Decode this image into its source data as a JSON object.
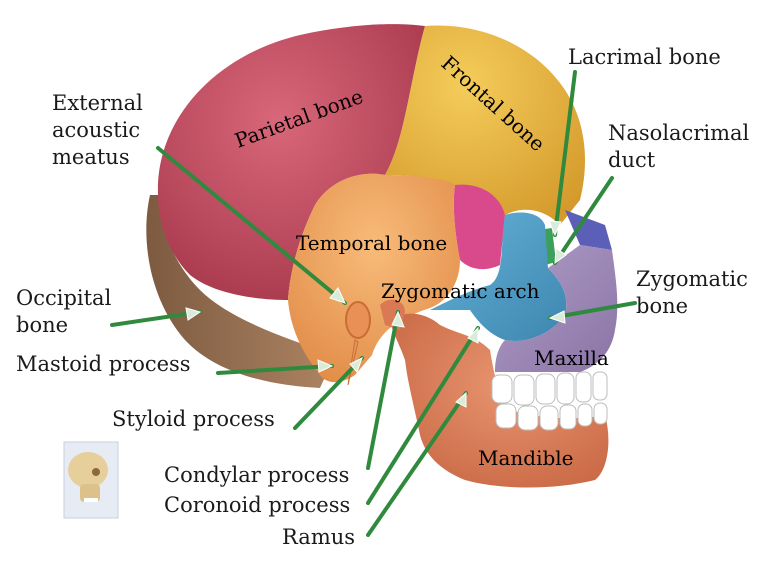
{
  "labels": {
    "lacrimal_bone": "Lacrimal bone",
    "external_acoustic_meatus": "External\nacoustic\nmeatus",
    "nasolacrimal_duct": "Nasolacrimal\nduct",
    "parietal_bone": "Parietal bone",
    "frontal_bone": "Frontal bone",
    "temporal_bone": "Temporal bone",
    "zygomatic_arch": "Zygomatic arch",
    "zygomatic_bone": "Zygomatic\nbone",
    "occipital_bone": "Occipital\nbone",
    "mastoid_process": "Mastoid process",
    "maxilla": "Maxilla",
    "styloid_process": "Styloid process",
    "mandible": "Mandible",
    "condylar_process": "Condylar process",
    "coronoid_process": "Coronoid process",
    "ramus": "Ramus"
  },
  "colors": {
    "parietal": "#c24a5e",
    "frontal": "#e9b23a",
    "temporal": "#f2a15c",
    "occipital": "#9a6f4f",
    "sphenoid": "#d94a8c",
    "zygomatic": "#4f9fc8",
    "maxilla": "#9b86b4",
    "mandible": "#d97a55",
    "nasal": "#5b5fb8",
    "lacrimal": "#3aa05a",
    "leader_line": "#2f8a3e",
    "leader_arrow": "#cfe6d0"
  }
}
